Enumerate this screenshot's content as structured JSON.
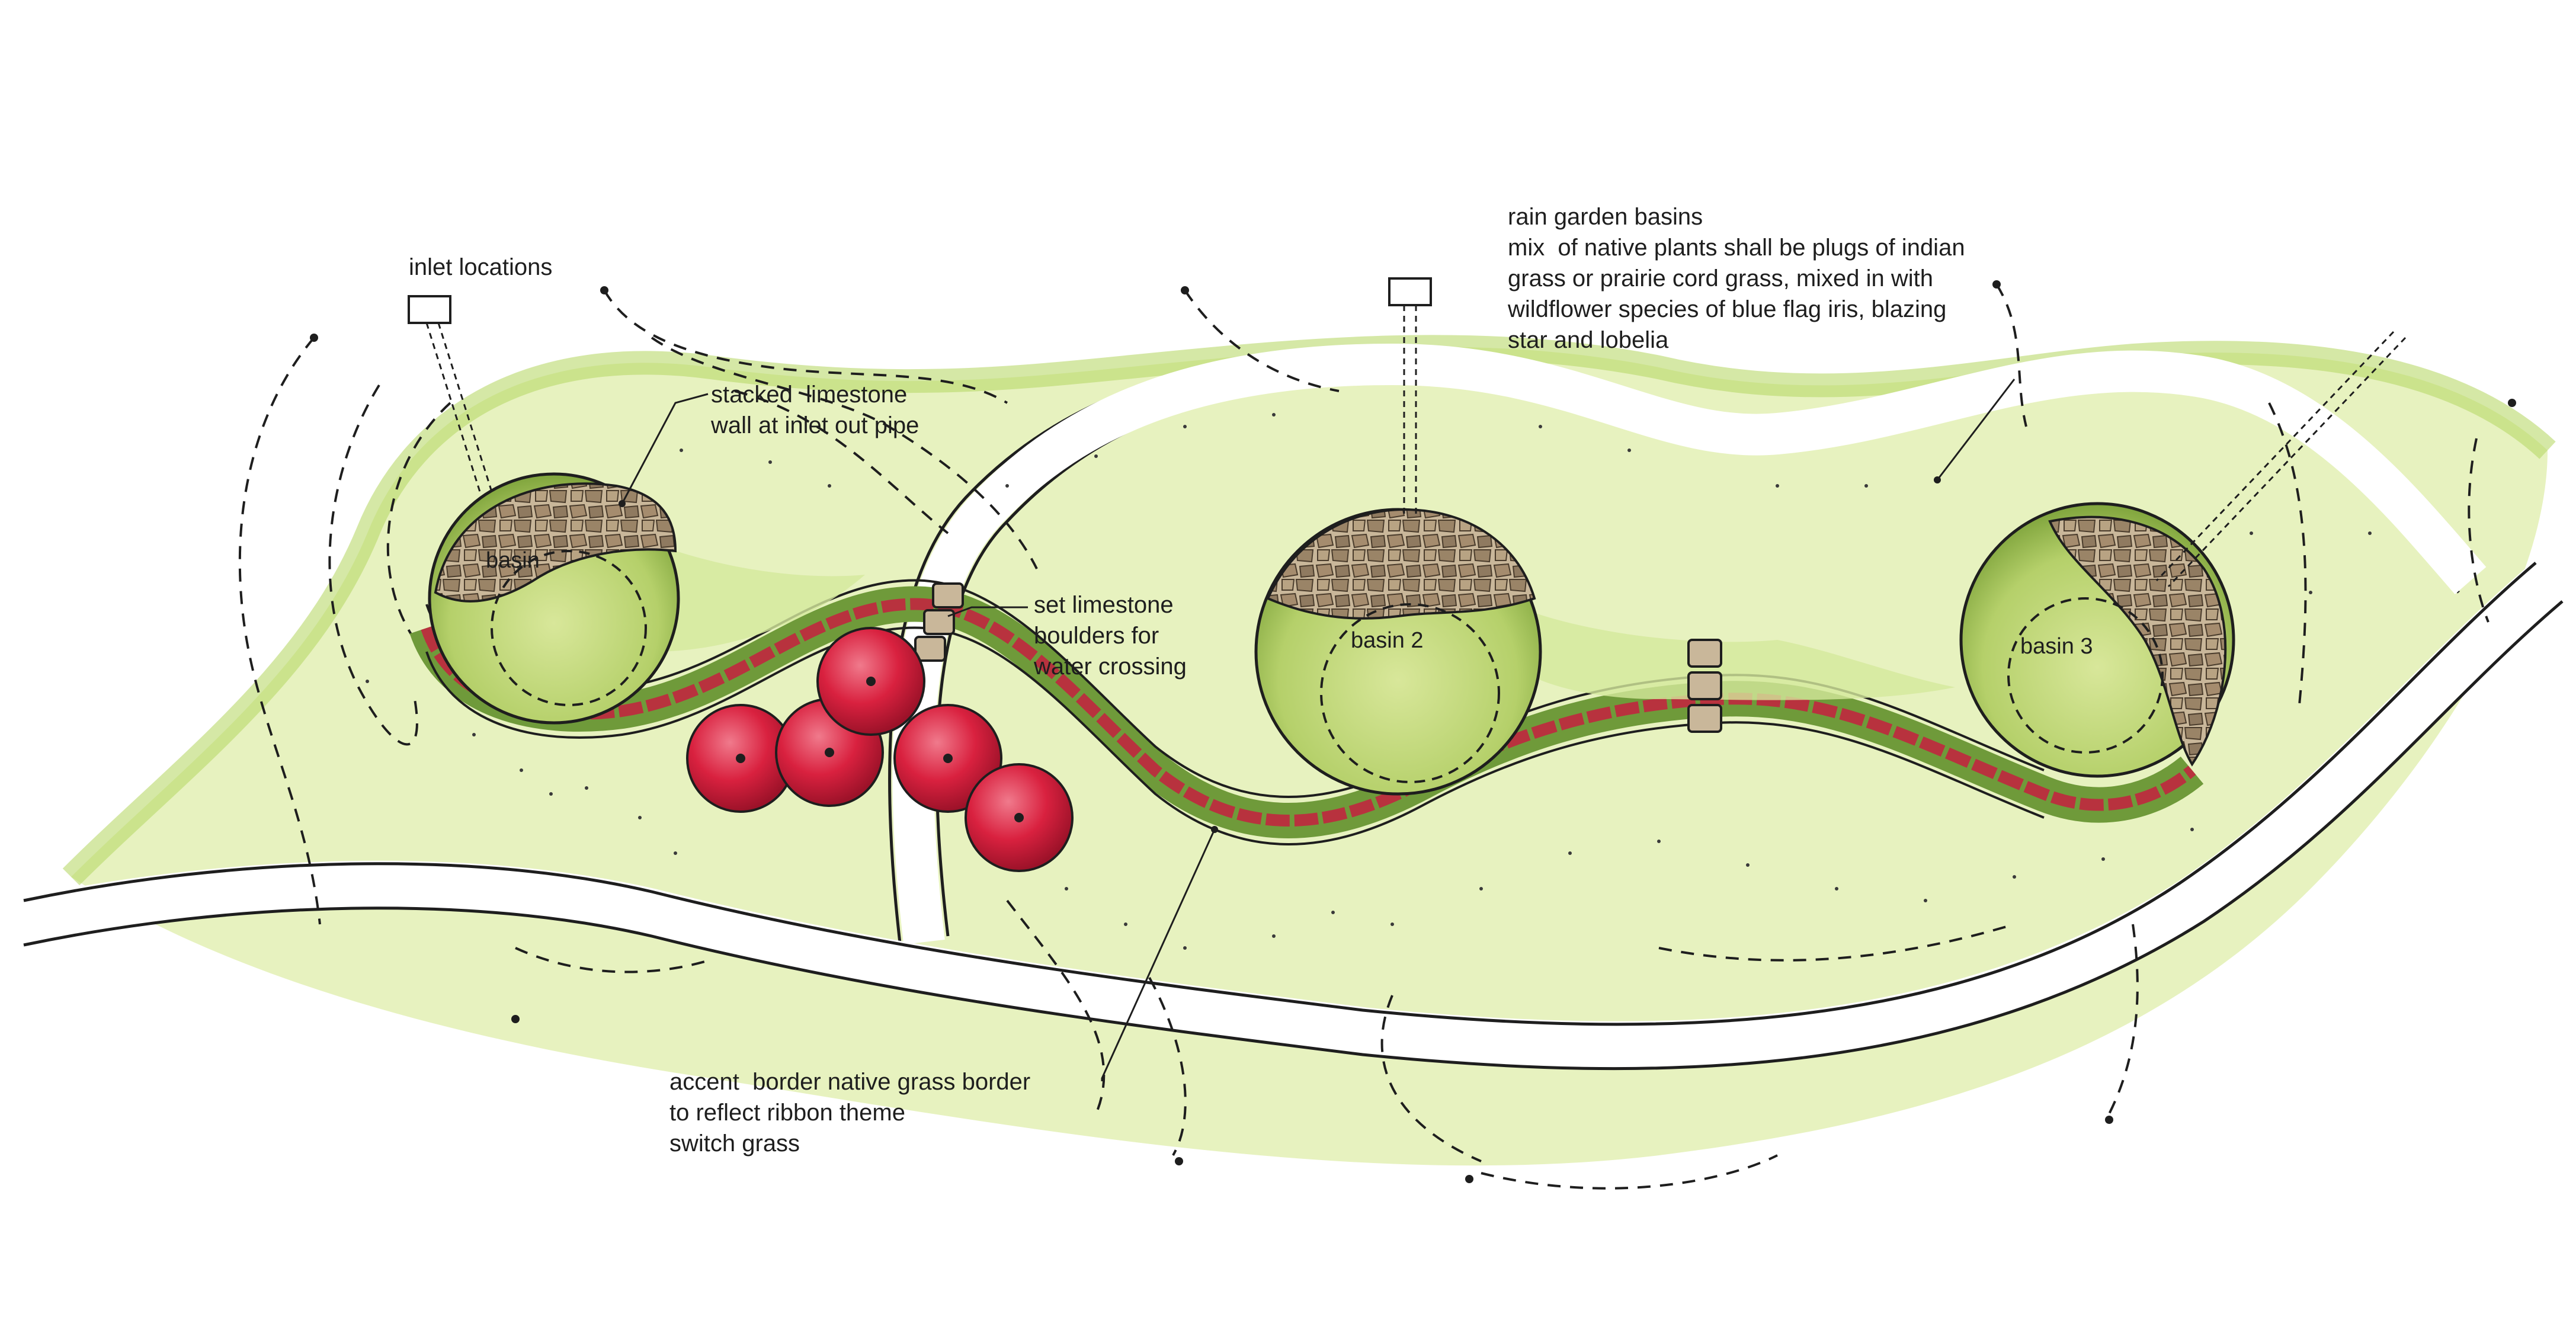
{
  "annotations": {
    "inlet_locations": "inlet locations",
    "stacked_limestone": "stacked  limestone\nwall at inlet out pipe",
    "set_limestone": "set limestone\nboulders for\nwater crossing",
    "rain_garden": "rain garden basins\nmix  of native plants shall be plugs of indian\ngrass or prairie cord grass, mixed in with\nwildflower species of blue flag iris, blazing\nstar and lobelia",
    "accent_border": "accent  border native grass border\nto reflect ribbon theme\nswitch grass"
  },
  "basins": {
    "basin_1": "basin",
    "basin_2": "basin 2",
    "basin_3": "basin 3"
  },
  "colors": {
    "lawn": "#e3f0b4",
    "lawn_edge": "#b9d86a",
    "basin_fill": "#c6dd7e",
    "basin_shadow": "#8fb34a",
    "stone": "#a58c6e",
    "ribbon_red": "#b8323e",
    "ribbon_green": "#6f9a3a",
    "tree_red": "#d9213f",
    "ink": "#1e1e1e"
  }
}
